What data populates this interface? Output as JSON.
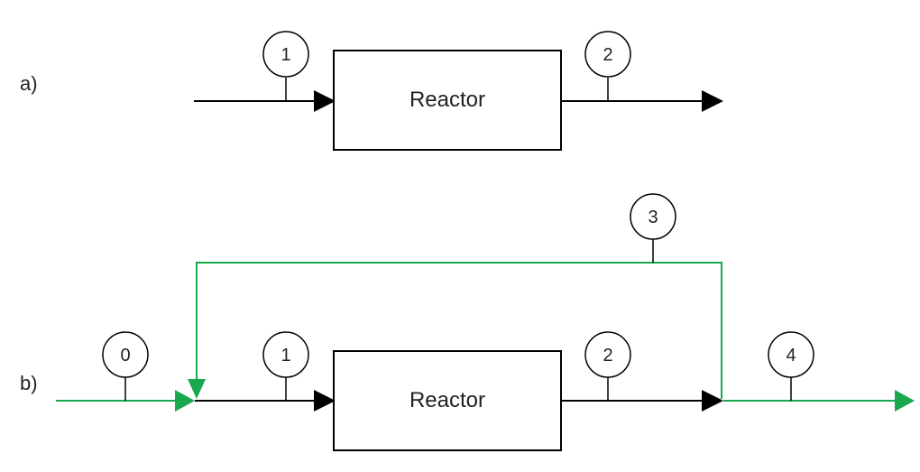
{
  "colors": {
    "main": "#000000",
    "recycle": "#1aa84f"
  },
  "part_a": {
    "label": "a)",
    "reactor_label": "Reactor",
    "stream_1": "1",
    "stream_2": "2"
  },
  "part_b": {
    "label": "b)",
    "reactor_label": "Reactor",
    "stream_0": "0",
    "stream_1": "1",
    "stream_2": "2",
    "stream_3": "3",
    "stream_4": "4"
  }
}
